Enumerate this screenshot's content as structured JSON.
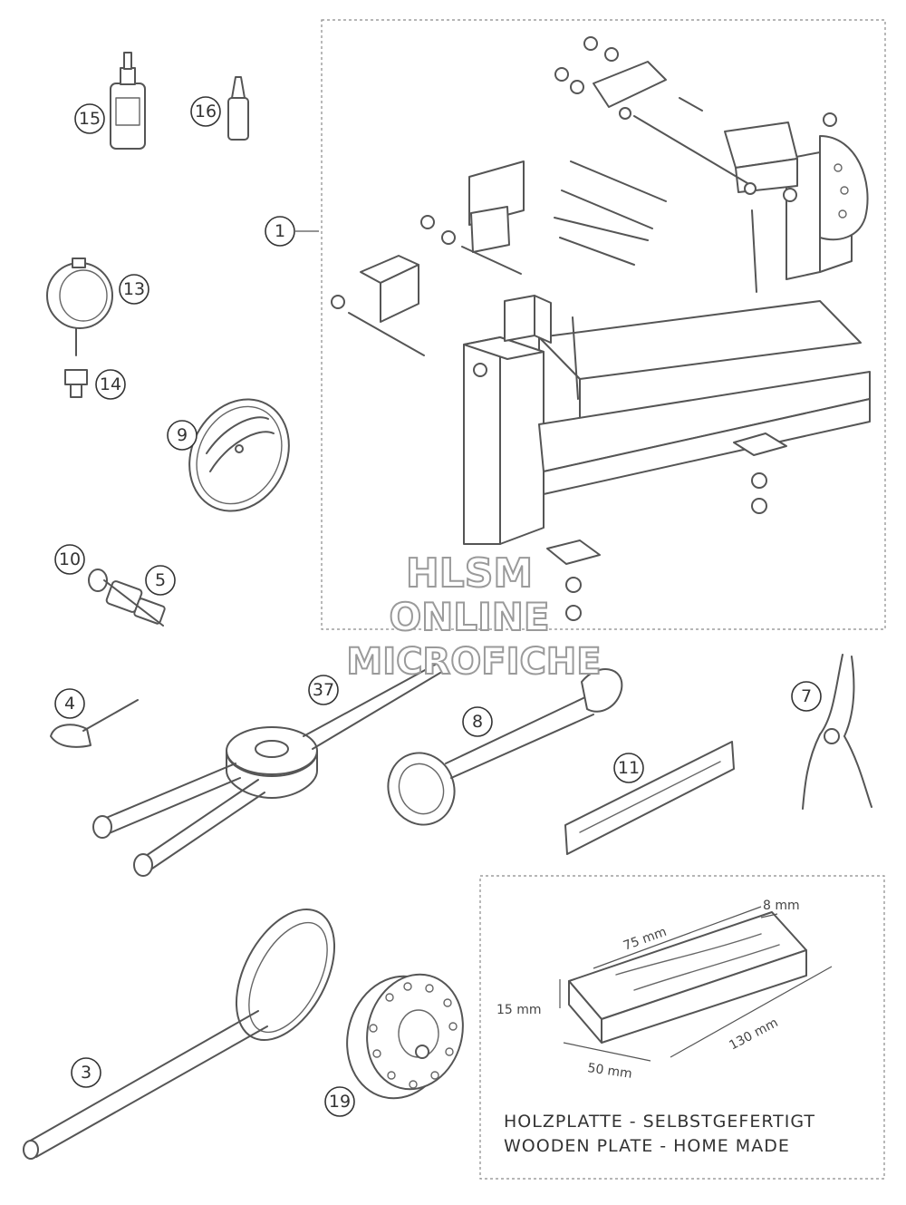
{
  "callouts": [
    {
      "id": "1",
      "label": "1"
    },
    {
      "id": "3",
      "label": "3"
    },
    {
      "id": "4",
      "label": "4"
    },
    {
      "id": "5",
      "label": "5"
    },
    {
      "id": "7",
      "label": "7"
    },
    {
      "id": "8",
      "label": "8"
    },
    {
      "id": "9",
      "label": "9"
    },
    {
      "id": "10",
      "label": "10"
    },
    {
      "id": "11",
      "label": "11"
    },
    {
      "id": "13",
      "label": "13"
    },
    {
      "id": "14",
      "label": "14"
    },
    {
      "id": "15",
      "label": "15"
    },
    {
      "id": "16",
      "label": "16"
    },
    {
      "id": "19",
      "label": "19"
    },
    {
      "id": "37",
      "label": "37"
    }
  ],
  "wooden_plate": {
    "dim_length": "75 mm",
    "dim_thickness_top": "8 mm",
    "dim_height": "15 mm",
    "dim_depth": "130 mm",
    "dim_width": "50 mm",
    "caption_de": "HOLZPLATTE - SELBSTGEFERTIGT",
    "caption_en": "WOODEN PLATE - HOME MADE"
  },
  "watermark": {
    "line1": "HLSM",
    "line2": "ONLINE",
    "line3": "MICROFICHE",
    "color": "#9a9a9a"
  }
}
